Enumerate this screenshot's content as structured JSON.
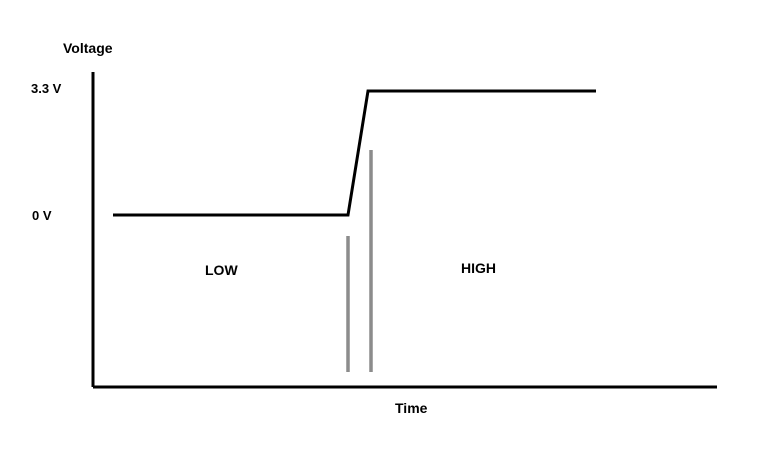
{
  "axes": {
    "y_label": "Voltage",
    "x_label": "Time"
  },
  "levels": {
    "high_label": "3.3 V",
    "low_label": "0 V",
    "high_voltage": 3.3,
    "low_voltage": 0
  },
  "regions": {
    "low_label": "LOW",
    "high_label": "HIGH"
  },
  "colors": {
    "signal": "#000000",
    "axis": "#000000",
    "marker": "#8c8c8c"
  }
}
